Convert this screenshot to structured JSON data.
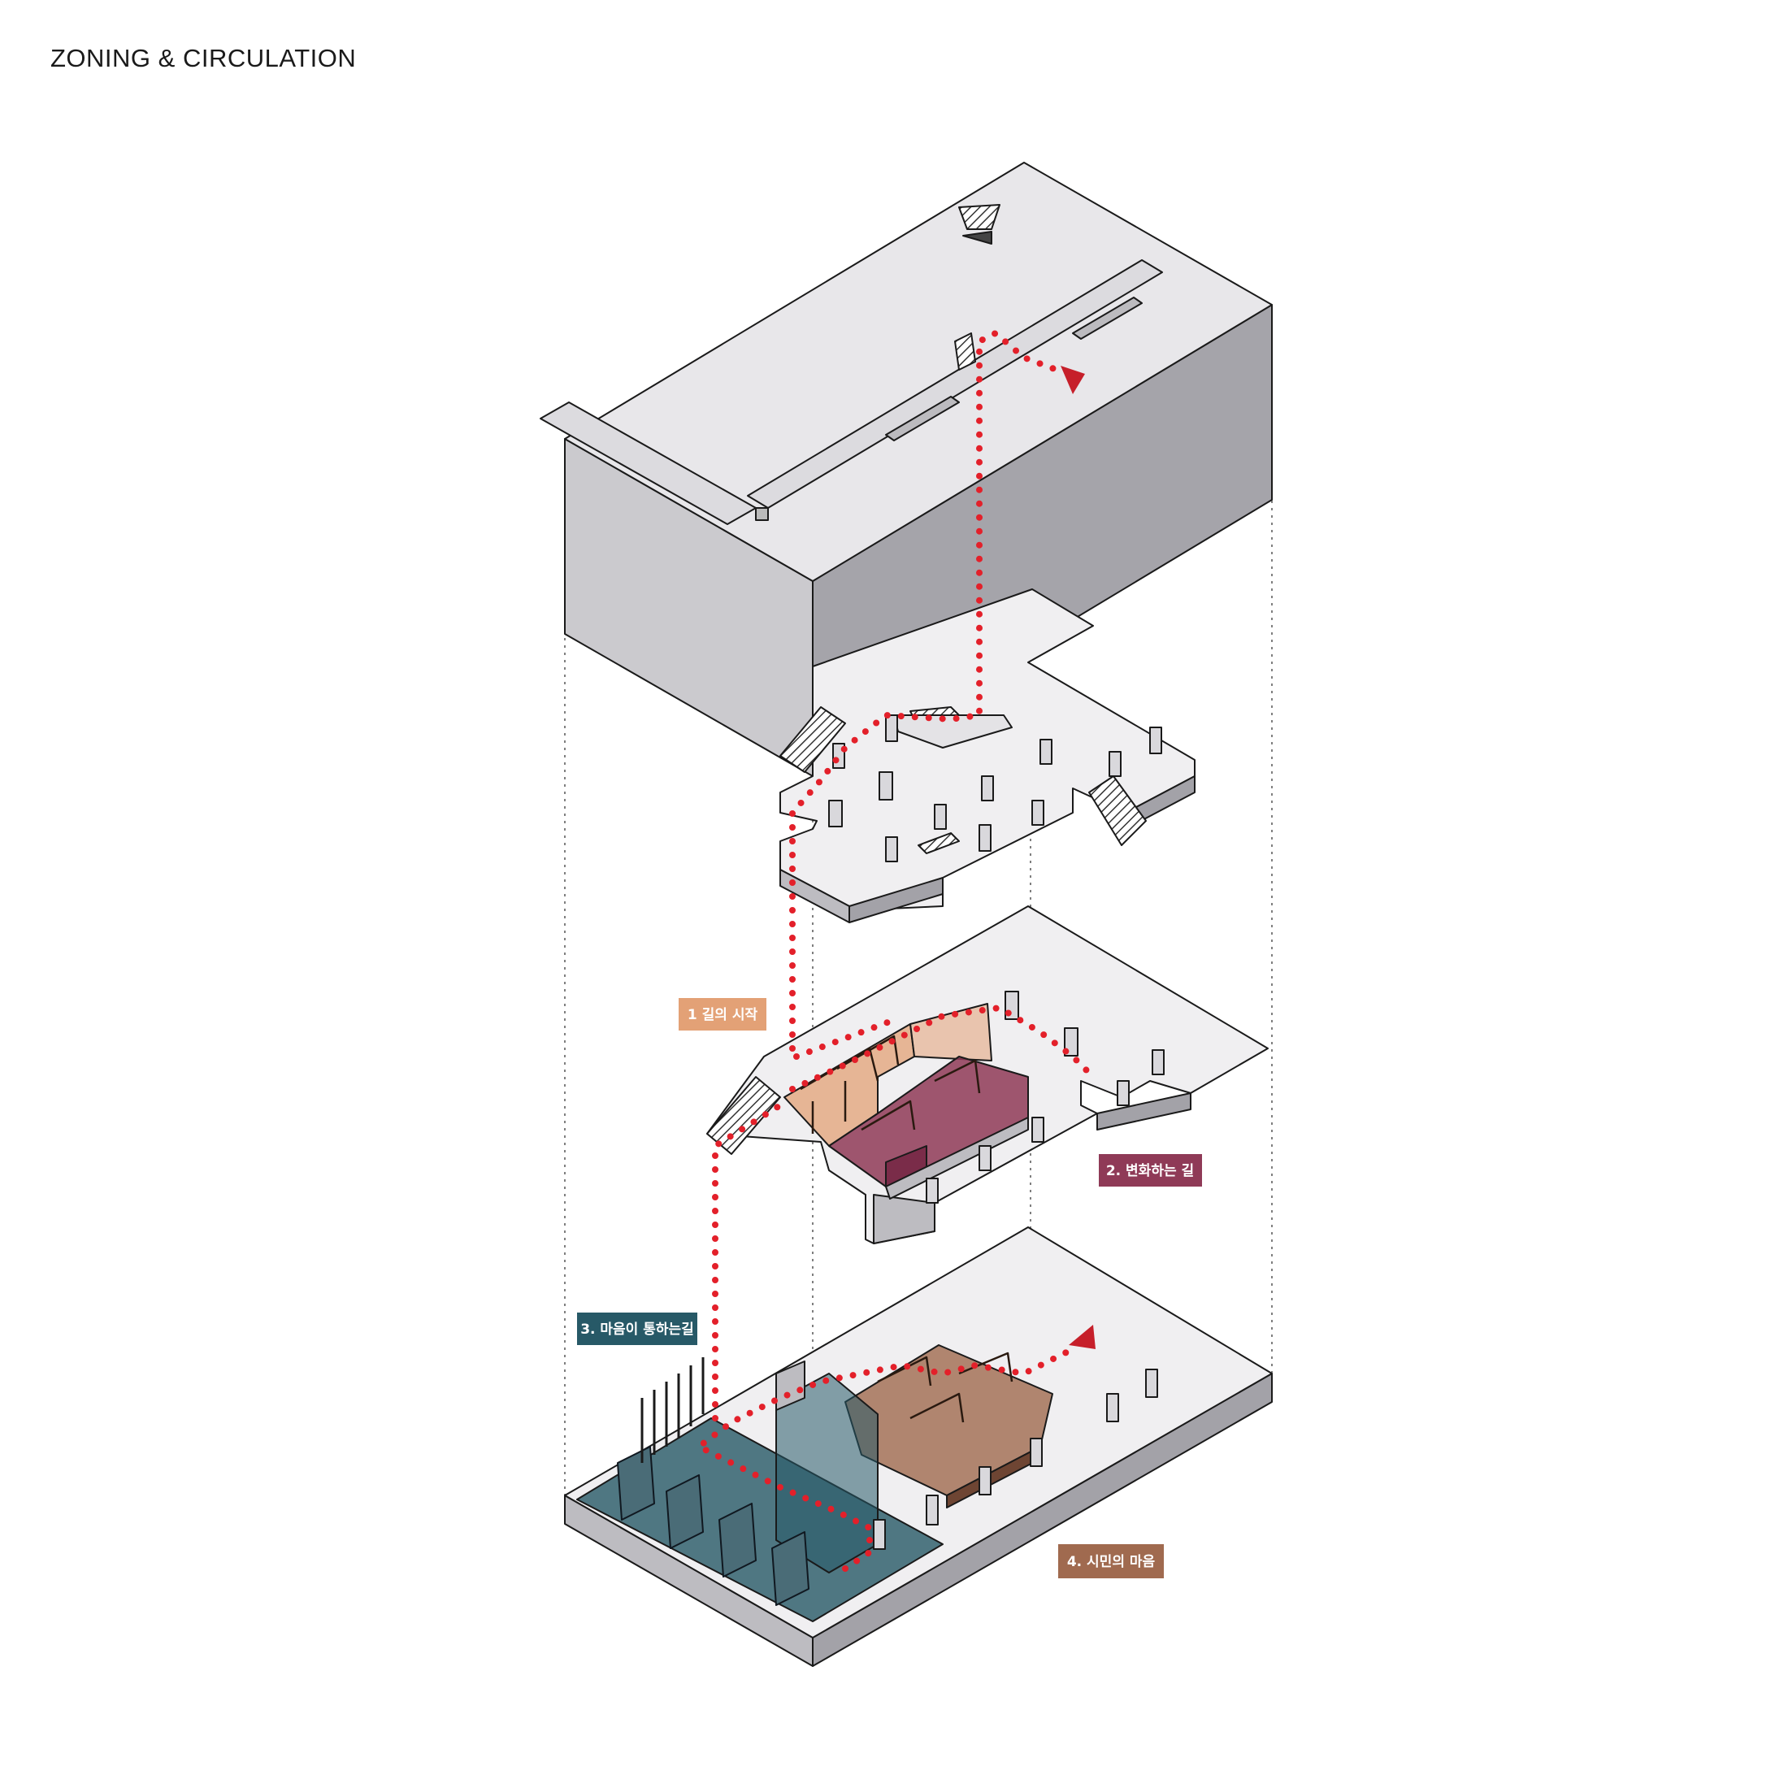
{
  "title": "ZONING & CIRCULATION",
  "labels": {
    "zone1": "1 길의 시작",
    "zone2": "2. 변화하는 길",
    "zone3": "3. 마음이 통하는길",
    "zone4": "4. 시민의 마음"
  },
  "colors": {
    "zone1": "#e3a176",
    "zone2": "#8f3a57",
    "zone3": "#275967",
    "zone4": "#a06a4f",
    "circulation": "#e3202a"
  }
}
